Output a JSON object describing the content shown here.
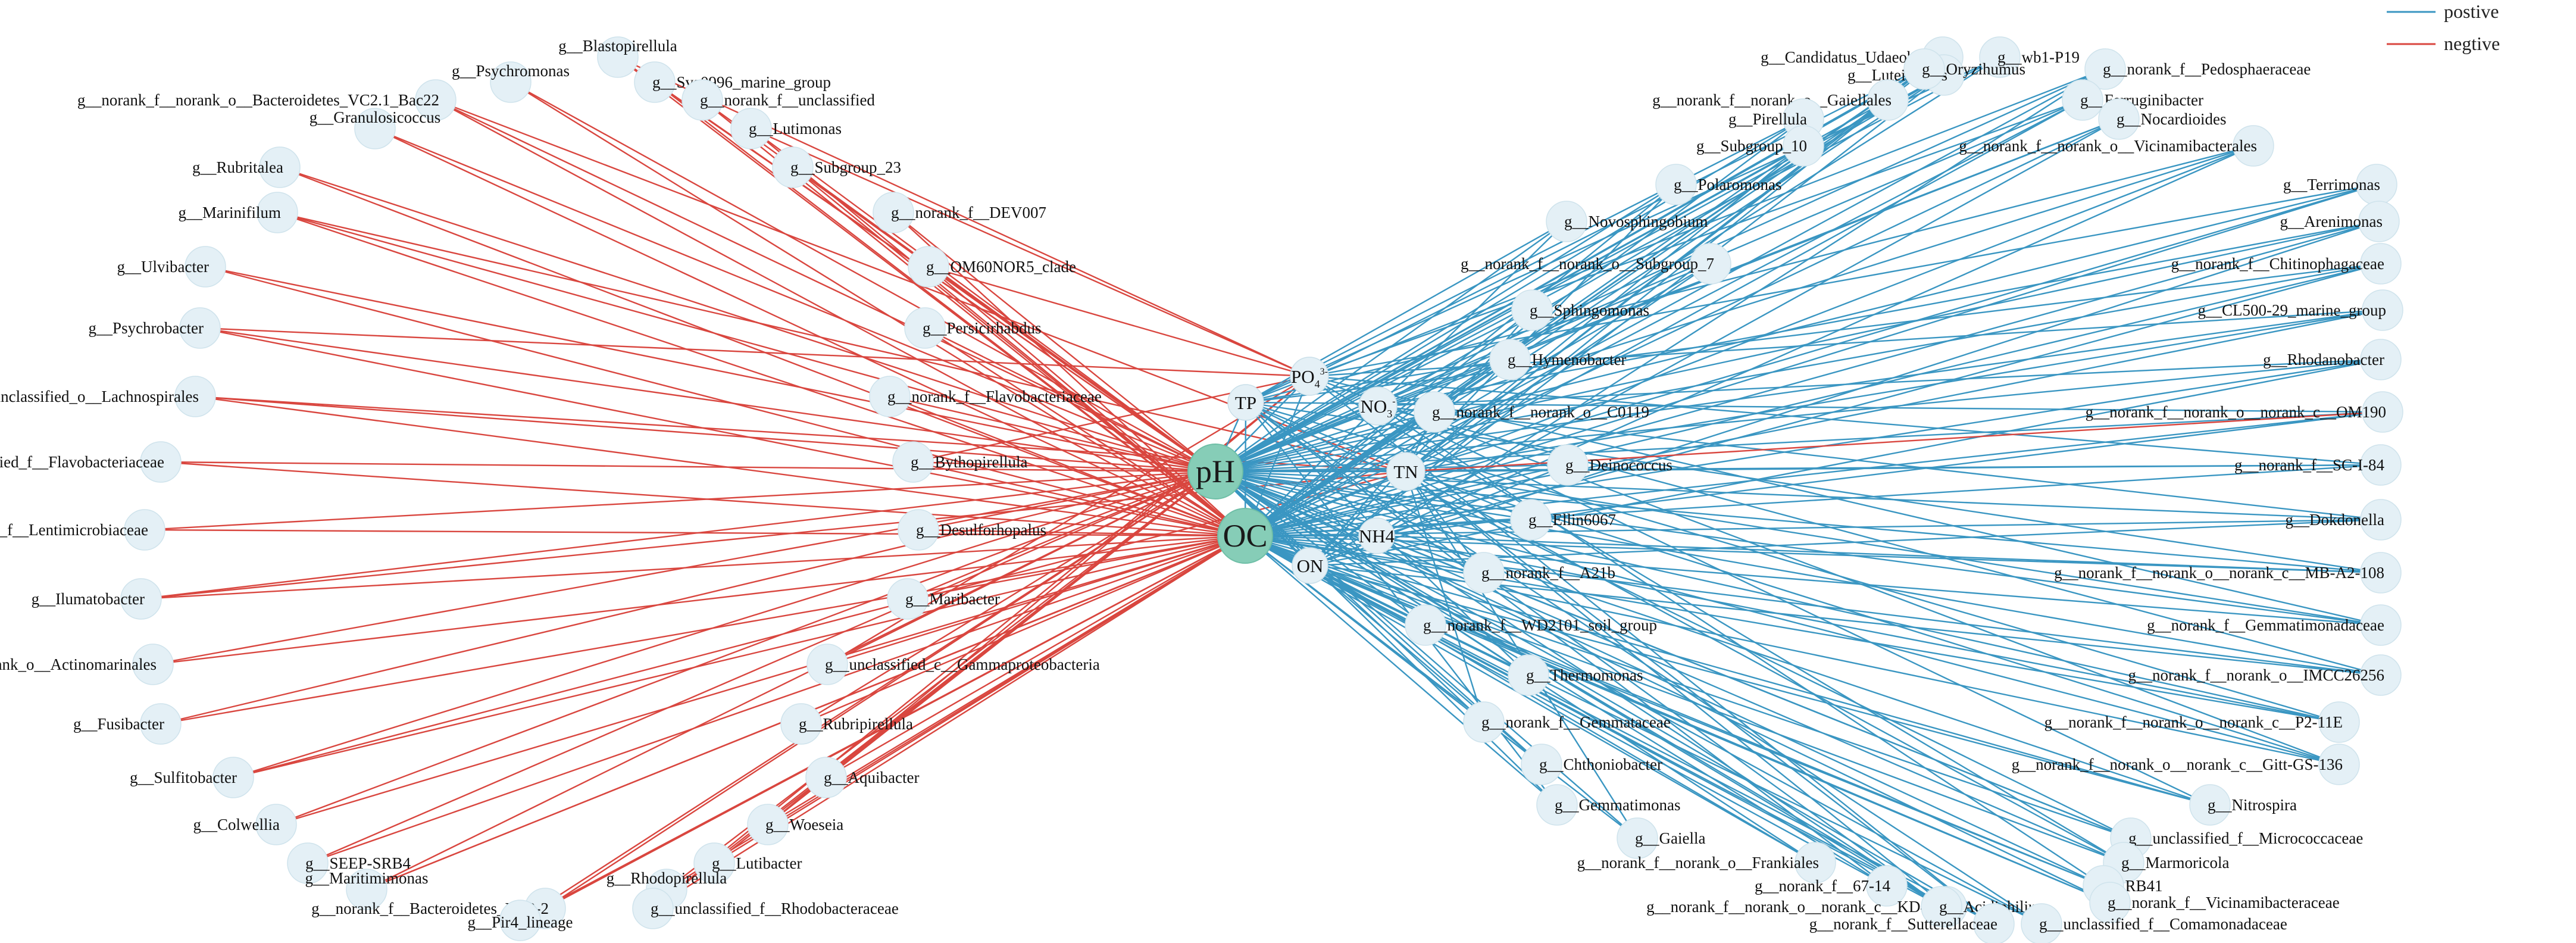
{
  "legend": {
    "positive_label": "postive",
    "negative_label": "negtive",
    "positive_color": "#3a96c2",
    "negative_color": "#d9463f"
  },
  "hubs": [
    {
      "id": "pH",
      "label": "pH"
    },
    {
      "id": "OC",
      "label": "OC"
    }
  ],
  "env_factors": [
    {
      "id": "PO4",
      "label": "PO",
      "sub": "4",
      "sup": "3-"
    },
    {
      "id": "TP",
      "label": "TP"
    },
    {
      "id": "NO3",
      "label": "NO",
      "sub": "3",
      "sup": "-"
    },
    {
      "id": "TN",
      "label": "TN"
    },
    {
      "id": "NH4",
      "label": "NH4"
    },
    {
      "id": "ON",
      "label": "ON"
    }
  ],
  "genera_negative": [
    "g__Blastopirellula",
    "g__Psychromonas",
    "g__Sva0996_marine_group",
    "g__norank_f__norank_o__Bacteroidetes_VC2.1_Bac22",
    "g__norank_f__unclassified",
    "g__Granulosicoccus",
    "g__Lutimonas",
    "g__Rubritalea",
    "g__Subgroup_23",
    "g__Marinifilum",
    "g__norank_f__DEV007",
    "g__Ulvibacter",
    "g__OM60NOR5_clade",
    "g__Psychrobacter",
    "g__Persicirhabdus",
    "g__unclassified_o__Lachnospirales",
    "g__norank_f__Flavobacteriaceae",
    "g__unclassified_f__Flavobacteriaceae",
    "g__Bythopirellula",
    "g__norank_f__Lentimicrobiaceae",
    "g__Desulforhopalus",
    "g__Ilumatobacter",
    "g__Maribacter",
    "g__norank_f__norank_o__Actinomarinales",
    "g__unclassified_c__Gammaproteobacteria",
    "g__Fusibacter",
    "g__Rubripirellula",
    "g__Sulfitobacter",
    "g__Aquibacter",
    "g__Colwellia",
    "g__Woeseia",
    "g__SEEP-SRB4",
    "g__Lutibacter",
    "g__Maritimimonas",
    "g__Rhodopirellula",
    "g__norank_f__Bacteroidetes_BD2-2",
    "g__unclassified_f__Rhodobacteraceae",
    "g__Pir4_lineage"
  ],
  "genera_positive": [
    "g__Candidatus_Udaeobacter",
    "g__wb1-P19",
    "g__Luteimonas",
    "g__Oryzihumus",
    "g__norank_f__Pedosphaeraceae",
    "g__norank_f__norank_o__Gaiellales",
    "g__Ferruginibacter",
    "g__Pirellula",
    "g__Nocardioides",
    "g__Subgroup_10",
    "g__norank_f__norank_o__Vicinamibacterales",
    "g__Polaromonas",
    "g__Terrimonas",
    "g__Novosphingobium",
    "g__Arenimonas",
    "g__norank_f__norank_o__Subgroup_7",
    "g__norank_f__Chitinophagaceae",
    "g__Sphingomonas",
    "g__CL500-29_marine_group",
    "g__Hymenobacter",
    "g__Rhodanobacter",
    "g__norank_f__norank_o__C0119",
    "g__norank_f__norank_o__norank_c__OM190",
    "g__Deinococcus",
    "g__norank_f__SC-I-84",
    "g__Ellin6067",
    "g__Dokdonella",
    "g__norank_f__A21b",
    "g__norank_f__norank_o__norank_c__MB-A2-108",
    "g__norank_f__WD2101_soil_group",
    "g__norank_f__Gemmatimonadaceae",
    "g__Thermomonas",
    "g__norank_f__norank_o__IMCC26256",
    "g__norank_f__Gemmataceae",
    "g__norank_f__norank_o__norank_c__P2-11E",
    "g__Chthoniobacter",
    "g__norank_f__norank_o__norank_c__Gitt-GS-136",
    "g__Gemmatimonas",
    "g__Nitrospira",
    "g__Gaiella",
    "g__unclassified_f__Micrococcaceae",
    "g__norank_f__norank_o__Frankiales",
    "g__Marmoricola",
    "g__norank_f__67-14",
    "g__RB41",
    "g__norank_f__norank_o__norank_c__KD4-96",
    "g__Acidiphilium",
    "g__norank_f__Vicinamibacteraceae",
    "g__norank_f__Sutterellaceae",
    "g__unclassified_f__Comamonadaceae"
  ],
  "special_edges": [
    {
      "from": "g__Psychrobacter",
      "to": "PO4",
      "sign": "negative"
    },
    {
      "from": "g__norank_f__norank_o__norank_c__OM190",
      "to": "TN",
      "sign": "negative"
    }
  ]
}
